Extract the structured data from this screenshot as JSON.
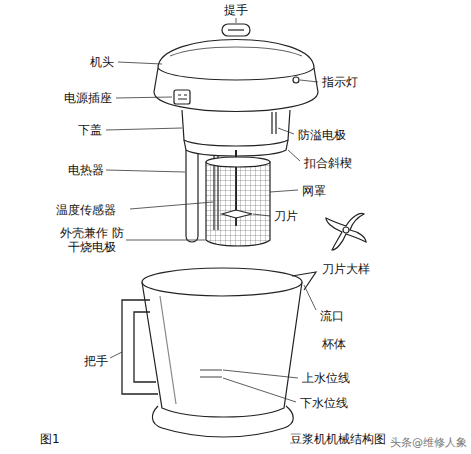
{
  "diagram": {
    "caption": "豆浆机机械结构图",
    "labels": [
      "提手",
      "机头",
      "指示灯",
      "电源插座",
      "下盖",
      "防溢电极",
      "扣合斜楔",
      "电热器",
      "网罩",
      "温度传感器",
      "刀片",
      "外壳兼作 防干烧电极",
      "刀片大样",
      "流口",
      "杯体",
      "把手",
      "上水位线",
      "下水位线",
      "图1",
      "头条@维修人象"
    ]
  }
}
